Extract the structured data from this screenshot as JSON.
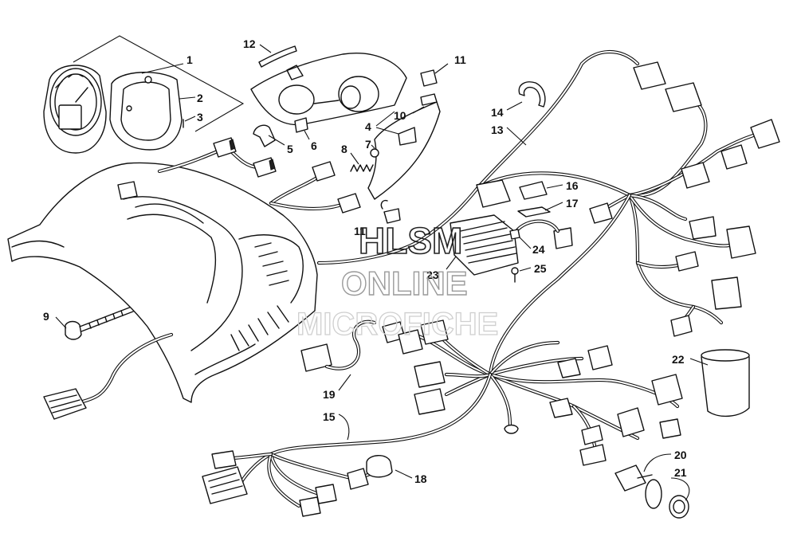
{
  "diagram": {
    "callouts": {
      "c1": "1",
      "c2": "2",
      "c3": "3",
      "c4": "4",
      "c5": "5",
      "c6": "6",
      "c7": "7",
      "c8": "8",
      "c9": "9",
      "c10": "10",
      "c11a": "11",
      "c11b": "11",
      "c12": "12",
      "c13": "13",
      "c14": "14",
      "c15": "15",
      "c16": "16",
      "c17": "17",
      "c18": "18",
      "c19": "19",
      "c20": "20",
      "c21": "21",
      "c22": "22",
      "c23": "23",
      "c24": "24",
      "c25": "25"
    }
  },
  "watermark": {
    "line1": "HLSM",
    "line2": "ONLINE",
    "line3": "MICROFICHE"
  }
}
